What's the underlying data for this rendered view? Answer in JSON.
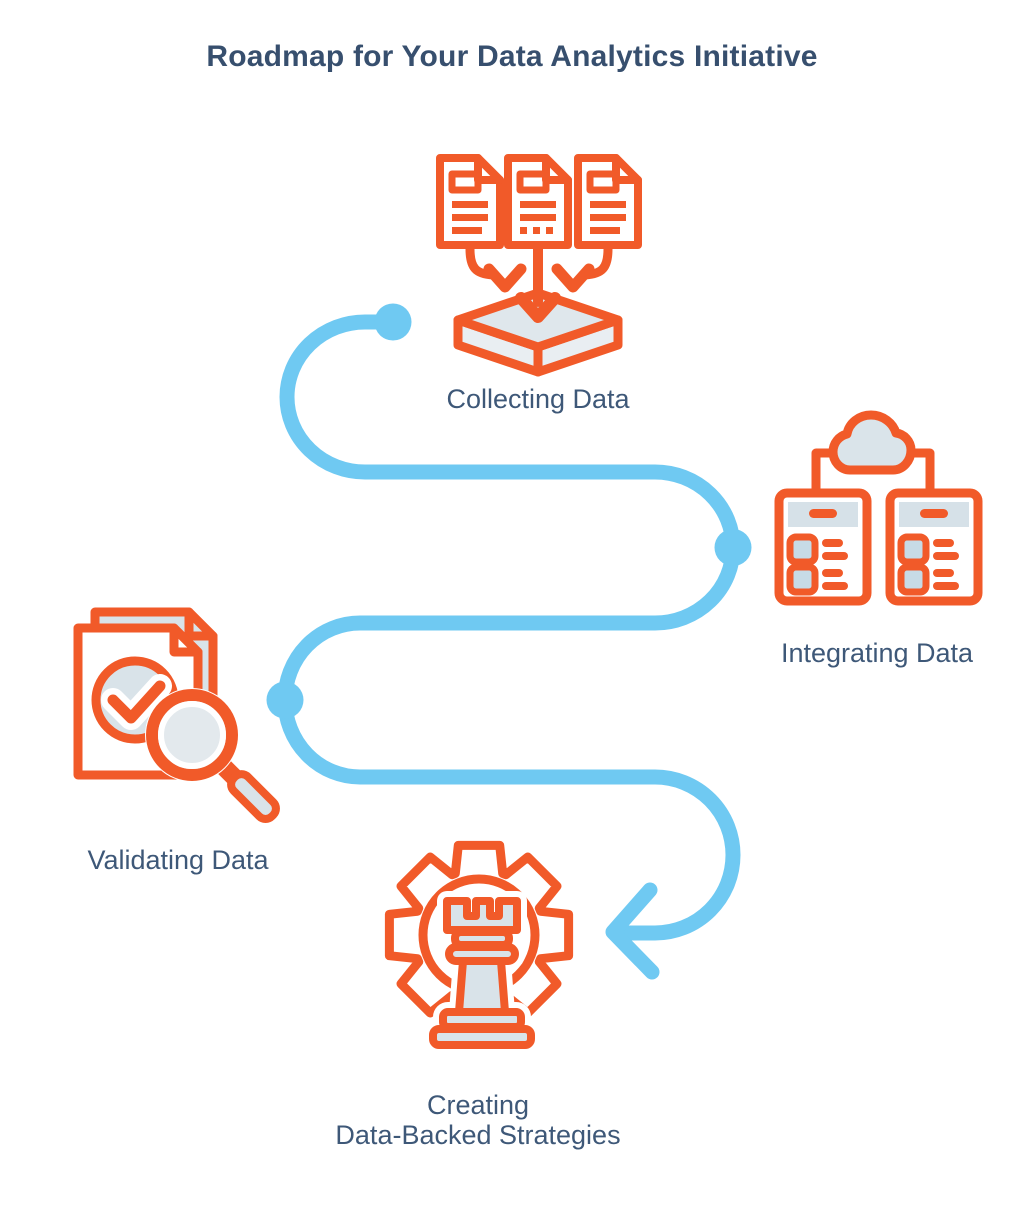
{
  "title": "Roadmap for Your Data Analytics Initiative",
  "steps": [
    {
      "id": "collecting",
      "label": "Collecting Data",
      "icon": "documents-into-collection-box-icon"
    },
    {
      "id": "integrating",
      "label": "Integrating Data",
      "icon": "cloud-connected-databases-icon"
    },
    {
      "id": "validating",
      "label": "Validating Data",
      "icon": "document-check-magnifier-icon"
    },
    {
      "id": "strategies",
      "label_lines": [
        "Creating",
        "Data-Backed Strategies"
      ],
      "icon": "gear-chess-rook-icon"
    }
  ],
  "colors": {
    "accent_orange": "#F15A29",
    "path_blue": "#6FC9F2",
    "text_navy": "#3E5878",
    "title_navy": "#374F6E",
    "icon_fill_light": "#D9E3E9"
  }
}
